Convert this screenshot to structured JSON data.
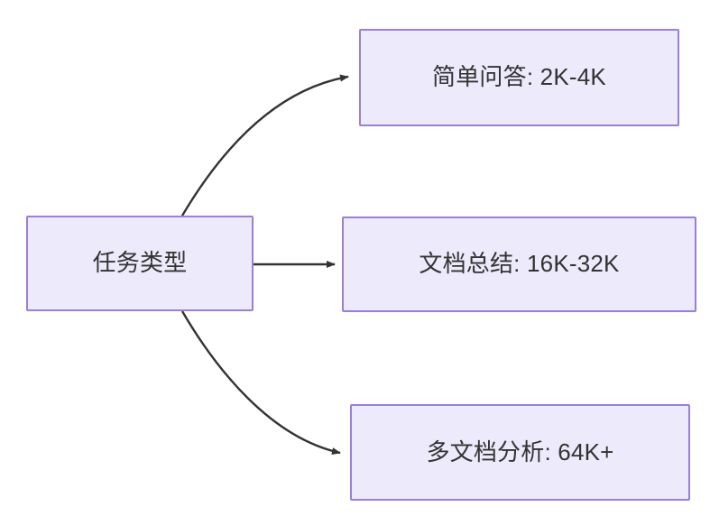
{
  "diagram": {
    "type": "flowchart",
    "direction": "left-to-right",
    "background_color": "#ffffff",
    "node_fill_color": "#ECEAFB",
    "node_border_color": "#9B7FD4",
    "node_text_color": "#333333",
    "edge_color": "#333333"
  },
  "nodes": {
    "source": {
      "id": "task-type",
      "label": "任务类型"
    },
    "targets": [
      {
        "id": "simple-qa",
        "label": "简单问答: 2K-4K"
      },
      {
        "id": "doc-summary",
        "label": "文档总结: 16K-32K"
      },
      {
        "id": "multi-doc",
        "label": "多文档分析: 64K+"
      }
    ]
  },
  "edges": [
    {
      "id": "edge-task-to-simple-qa",
      "from": "task-type",
      "to": "simple-qa",
      "style": "curved",
      "arrow": "end"
    },
    {
      "id": "edge-task-to-doc-summary",
      "from": "task-type",
      "to": "doc-summary",
      "style": "straight",
      "arrow": "end"
    },
    {
      "id": "edge-task-to-multi-doc",
      "from": "task-type",
      "to": "multi-doc",
      "style": "curved",
      "arrow": "end"
    }
  ]
}
